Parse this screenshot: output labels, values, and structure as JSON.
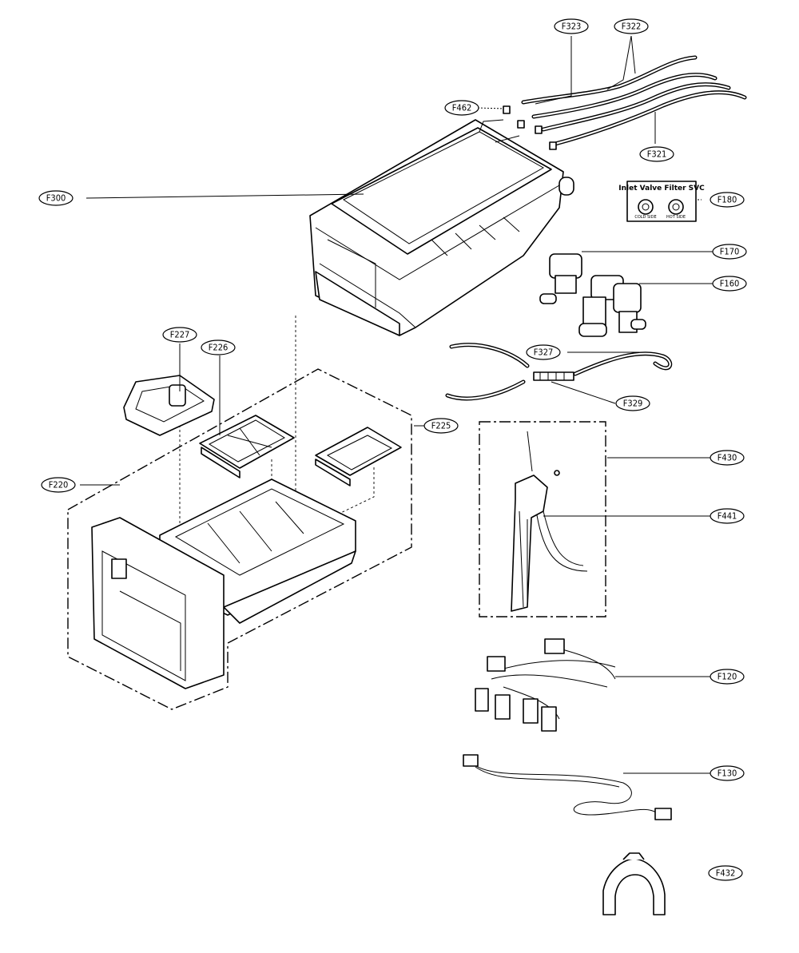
{
  "callouts": [
    {
      "id": "F323",
      "label": "F323"
    },
    {
      "id": "F322",
      "label": "F322"
    },
    {
      "id": "F462",
      "label": "F462"
    },
    {
      "id": "F321",
      "label": "F321"
    },
    {
      "id": "F300",
      "label": "F300"
    },
    {
      "id": "F180",
      "label": "F180"
    },
    {
      "id": "F170",
      "label": "F170"
    },
    {
      "id": "F160",
      "label": "F160"
    },
    {
      "id": "F327",
      "label": "F327"
    },
    {
      "id": "F329",
      "label": "F329"
    },
    {
      "id": "F227",
      "label": "F227"
    },
    {
      "id": "F226",
      "label": "F226"
    },
    {
      "id": "F225",
      "label": "F225"
    },
    {
      "id": "F220",
      "label": "F220"
    },
    {
      "id": "F430",
      "label": "F430"
    },
    {
      "id": "F441",
      "label": "F441"
    },
    {
      "id": "F120",
      "label": "F120"
    },
    {
      "id": "F130",
      "label": "F130"
    },
    {
      "id": "F432",
      "label": "F432"
    }
  ],
  "filter_box": {
    "title": "Inlet Valve Filter SVC",
    "left_label": "COLD SIDE",
    "right_label": "HOT SIDE"
  }
}
